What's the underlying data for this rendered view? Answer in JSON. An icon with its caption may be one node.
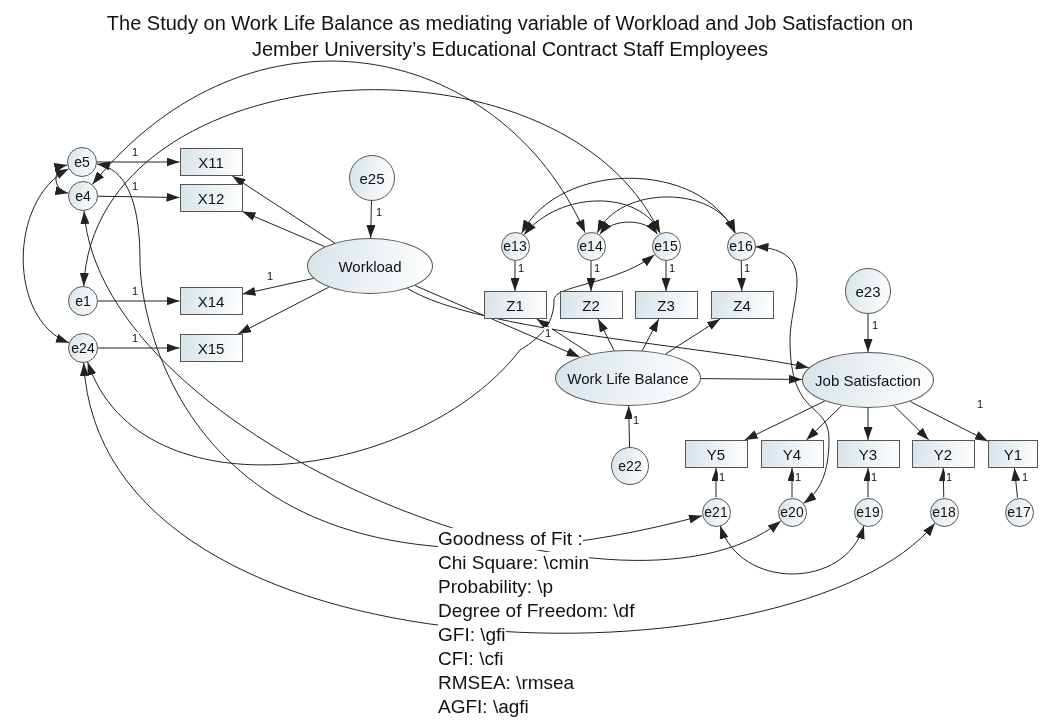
{
  "diagram": {
    "title": "The Study on Work Life Balance as mediating variable of Workload and Job Satisfaction on Jember University’s Educational Contract Staff Employees",
    "nodes": [
      {
        "text": [
          "e5"
        ]
      },
      {
        "text": [
          "e4"
        ]
      },
      {
        "text": [
          "e1"
        ]
      },
      {
        "text": [
          "e24"
        ]
      },
      {
        "text": [
          "X11"
        ]
      },
      {
        "text": [
          "X12"
        ]
      },
      {
        "text": [
          "X14"
        ]
      },
      {
        "text": [
          "X15"
        ]
      },
      {
        "text": [
          "e25"
        ]
      },
      {
        "text": [
          "Workload"
        ]
      },
      {
        "text": [
          "e13"
        ]
      },
      {
        "text": [
          "e14"
        ]
      },
      {
        "text": [
          "e15"
        ]
      },
      {
        "text": [
          "e16"
        ]
      },
      {
        "text": [
          "Z1"
        ]
      },
      {
        "text": [
          "Z2"
        ]
      },
      {
        "text": [
          "Z3"
        ]
      },
      {
        "text": [
          "Z4"
        ]
      },
      {
        "text": [
          "Work Life Balance"
        ]
      },
      {
        "text": [
          "e22"
        ]
      },
      {
        "text": [
          "e23"
        ]
      },
      {
        "text": [
          "Job Satisfaction"
        ]
      },
      {
        "text": [
          "Y5"
        ]
      },
      {
        "text": [
          "Y4"
        ]
      },
      {
        "text": [
          "Y3"
        ]
      },
      {
        "text": [
          "Y2"
        ]
      },
      {
        "text": [
          "Y1"
        ]
      },
      {
        "text": [
          "e21"
        ]
      },
      {
        "text": [
          "e20"
        ]
      },
      {
        "text": [
          "e19"
        ]
      },
      {
        "text": [
          "e18"
        ]
      },
      {
        "text": [
          "e17"
        ]
      }
    ],
    "edges": [
      {
        "from": 0,
        "to": 4,
        "arrow": "to",
        "label": "1"
      },
      {
        "from": 1,
        "to": 5,
        "arrow": "to",
        "label": "1"
      },
      {
        "from": 2,
        "to": 6,
        "arrow": "to",
        "label": "1"
      },
      {
        "from": 3,
        "to": 7,
        "arrow": "to",
        "label": "1"
      },
      {
        "from": 9,
        "to": 4,
        "arrow": "to"
      },
      {
        "from": 9,
        "to": 5,
        "arrow": "to"
      },
      {
        "from": 9,
        "to": 6,
        "arrow": "to",
        "label": "1"
      },
      {
        "from": 9,
        "to": 7,
        "arrow": "to"
      },
      {
        "from": 8,
        "to": 9,
        "arrow": "to",
        "label": "1"
      },
      {
        "from": 10,
        "to": 14,
        "arrow": "to",
        "label": "1"
      },
      {
        "from": 11,
        "to": 15,
        "arrow": "to",
        "label": "1"
      },
      {
        "from": 12,
        "to": 16,
        "arrow": "to",
        "label": "1"
      },
      {
        "from": 13,
        "to": 17,
        "arrow": "to",
        "label": "1"
      },
      {
        "from": 18,
        "to": 14,
        "arrow": "to",
        "label": "1"
      },
      {
        "from": 18,
        "to": 15,
        "arrow": "to"
      },
      {
        "from": 18,
        "to": 16,
        "arrow": "to"
      },
      {
        "from": 18,
        "to": 17,
        "arrow": "to"
      },
      {
        "from": 9,
        "to": 18,
        "arrow": "to"
      },
      {
        "from": 9,
        "to": 21,
        "arrow": "to"
      },
      {
        "from": 18,
        "to": 21,
        "arrow": "to"
      },
      {
        "from": 19,
        "to": 18,
        "arrow": "to",
        "label": "1"
      },
      {
        "from": 20,
        "to": 21,
        "arrow": "to",
        "label": "1"
      },
      {
        "from": 21,
        "to": 22,
        "arrow": "to"
      },
      {
        "from": 21,
        "to": 23,
        "arrow": "to"
      },
      {
        "from": 21,
        "to": 24,
        "arrow": "to"
      },
      {
        "from": 21,
        "to": 25,
        "arrow": "to"
      },
      {
        "from": 21,
        "to": 26,
        "arrow": "to",
        "label": "1"
      },
      {
        "from": 27,
        "to": 22,
        "arrow": "to",
        "label": "1"
      },
      {
        "from": 28,
        "to": 23,
        "arrow": "to",
        "label": "1"
      },
      {
        "from": 29,
        "to": 24,
        "arrow": "to",
        "label": "1"
      },
      {
        "from": 30,
        "to": 25,
        "arrow": "to",
        "label": "1"
      },
      {
        "from": 31,
        "to": 26,
        "arrow": "to",
        "label": "1"
      },
      {
        "from": 0,
        "to": 1,
        "arrow": "both"
      },
      {
        "from": 0,
        "to": 3,
        "arrow": "both"
      },
      {
        "from": 1,
        "to": 11,
        "arrow": "both"
      },
      {
        "from": 2,
        "to": 12,
        "arrow": "both"
      },
      {
        "from": 10,
        "to": 13,
        "arrow": "both"
      },
      {
        "from": 10,
        "to": 12,
        "arrow": "both"
      },
      {
        "from": 11,
        "to": 13,
        "arrow": "both"
      },
      {
        "from": 11,
        "to": 12,
        "arrow": "both"
      },
      {
        "from": 3,
        "to": 12,
        "arrow": "both"
      },
      {
        "from": 3,
        "to": 30,
        "arrow": "both"
      },
      {
        "from": 0,
        "to": 27,
        "arrow": "both"
      },
      {
        "from": 1,
        "to": 28,
        "arrow": "both"
      },
      {
        "from": 27,
        "to": 29,
        "arrow": "both"
      },
      {
        "from": 13,
        "to": 28,
        "arrow": "both"
      }
    ],
    "labels": [
      "Goodness of Fit :",
      "Chi Square: \\cmin",
      "Probability: \\p",
      "Degree of Freedom: \\df",
      "GFI: \\gfi",
      "CFI: \\cfi",
      "RMSEA: \\rmsea",
      "AGFI: \\agfi"
    ]
  }
}
